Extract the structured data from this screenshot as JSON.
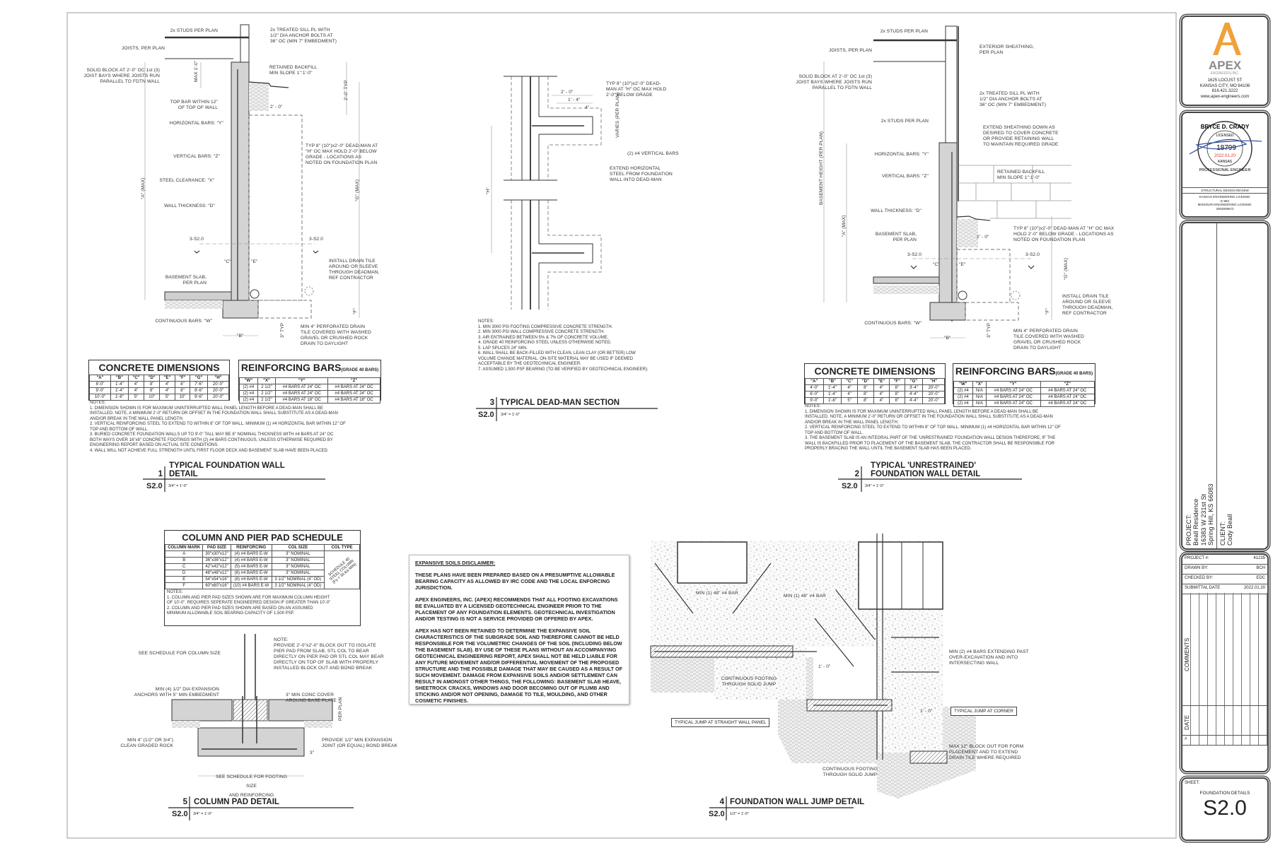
{
  "title_block": {
    "logo_text": "APEX",
    "logo_sub": "ENGINEERS,INC.",
    "address_lines": "1625 LOCUST ST\nKANSAS CITY, MO 64108\n816.421.3222\nwww.apex-engineers.com",
    "seal": {
      "name": "BRYCE D. CRADY",
      "top": "LICENSED",
      "number": "18799",
      "date": "2022.01.20",
      "state": "KANSAS",
      "bottom": "PROFESSIONAL ENGINEER"
    },
    "seal_caption": "STRUCTURAL DESIGN REVIEW",
    "licenses": "KANSAS ENGINEERING LICENSE:\nE-982\nMISSOURI ENGINEERING LICENSE:\n2003008672",
    "project_label": "PROJECT:",
    "project_lines": "Beall Residence\n16383 W 231st St\nSpring Hill, KS 66083",
    "client_label": "CLIENT:",
    "client_name": "Cody Beall",
    "info": [
      {
        "label": "PROJECT #:",
        "value": "41235"
      },
      {
        "label": "DRAWN BY:",
        "value": "BCH"
      },
      {
        "label": "CHECKED BY:",
        "value": "EDC"
      },
      {
        "label": "SUBMITTAL DATE",
        "value": "2022.01.20"
      }
    ],
    "comments_label": "COMMENTS",
    "date_label": "DATE",
    "num_label": "#",
    "sheet_label": "SHEET:",
    "sheet_title": "FOUNDATION DETAILS",
    "sheet_number": "S2.0"
  },
  "colors": {
    "logo_orange": "#f0a23a",
    "logo_gray": "#8a8a8a",
    "seal_blue": "#2b4a9a",
    "seal_red": "#d33"
  },
  "detail1": {
    "labels": {
      "studs": "2x STUDS PER PLAN",
      "sill": "2x TREATED SILL PL WITH\n1/2\" DIA ANCHOR BOLTS AT\n36\" OC (MIN 7\" EMBEDMENT)",
      "joists": "JOISTS, PER PLAN",
      "solid_block": "SOLID BLOCK AT 2'-0\" OC 1st (3)\nJOIST BAYS WHERE JOISTS RUN\nPARALLEL TO FDTN WALL",
      "max": "MAX 1'-0\"",
      "backfill": "RETAINED BACKFILL\nMIN SLOPE 1\":1'-0\"",
      "typ2": "2'-0\" TYP",
      "top_bar": "TOP BAR WITHIN 12\"\nOF TOP OF WALL",
      "dim2": "2' - 0\"",
      "horiz": "HORIZONTAL BARS: \"Y\"",
      "deadman": "TYP 8\" (10\")x2'-0\" DEAD-MAN AT\n\"H\" OC MAX HOLD 2'-0\" BELOW\nGRADE - LOCATIONS AS\nNOTED ON FOUNDATION PLAN",
      "vert": "VERTICAL BARS: \"Z\"",
      "a_max": "\"A\" (MAX)",
      "g_max": "\"G\" (MAX)",
      "clearance": "STEEL CLEARANCE: \"X\"",
      "thickness": "WALL THICKNESS: \"D\"",
      "sect_left": "3-S2.0",
      "sect_right": "3-S2.0",
      "c": "\"C\"",
      "e": "\"E\"",
      "drain_tile": "INSTALL DRAIN TILE\nAROUND OR SLEEVE\nTHROUGH DEADMAN,\nREF CONTRACTOR",
      "slab": "BASEMENT SLAB,\nPER PLAN",
      "f": "\"F\"",
      "cont_bars": "CONTINUOUS BARS: \"W\"",
      "typ3": "3\" TYP",
      "perf_drain": "MIN 4\" PERFORATED DRAIN\nTILE COVERED WITH WASHED\nGRAVEL OR CRUSHED ROCK\nDRAIN TO DAYLIGHT",
      "b": "\"B\""
    },
    "concrete_table": {
      "title": "CONCRETE DIMENSIONS",
      "headers": [
        "\"A\"",
        "\"B\"",
        "\"C\"",
        "\"D\"",
        "\"E\"",
        "\"F\"",
        "\"G\"",
        "\"H\""
      ],
      "rows": [
        [
          "8'-0\"",
          "1'-4\"",
          "4\"",
          "8\"",
          "4\"",
          "8\"",
          "7'-6\"",
          "20'-0\""
        ],
        [
          "9'-0\"",
          "1'-4\"",
          "4\"",
          "8\"",
          "4\"",
          "8\"",
          "8'-6\"",
          "20'-0\""
        ],
        [
          "10'-0\"",
          "1'-8\"",
          "5\"",
          "10\"",
          "5\"",
          "10\"",
          "9'-6\"",
          "20'-0\""
        ]
      ]
    },
    "rebar_table": {
      "title": "REINFORCING BARS",
      "subtitle": "(GRADE 40 BARS)",
      "headers": [
        "\"W\"",
        "\"X\"",
        "\"Y\"",
        "\"Z\""
      ],
      "rows": [
        [
          "(2) #4",
          "2 1/2\"",
          "#4 BARS AT 24\" OC",
          "#4 BARS AT 24\" OC"
        ],
        [
          "(2) #4",
          "2 1/2\"",
          "#4 BARS AT 24\" OC",
          "#4 BARS AT 24\" OC"
        ],
        [
          "(2) #4",
          "2 1/2\"",
          "#4 BARS AT 18\" OC",
          "#4 BARS AT 18\" OC"
        ]
      ]
    },
    "notes": "NOTES:\n1. DIMENSION SHOWN IS FOR MAXIMUM UNINTERRUPTED WALL PANEL LENGTH BEFORE A DEAD-MAN SHALL BE\nINSTALLED. NOTE, A MINIMUM 2'-0\" RETURN OR OFFSET IN THE FOUNDATION WALL SHALL SUBSTITUTE AS A DEAD-MAN\nAND/OR BREAK IN THE WALL PANEL LENGTH.\n2. VERTICAL REINFORCING STEEL TO EXTEND TO WITHIN 8\" OF TOP WALL. MINIMUM (1) #4 HORIZONTAL BAR WITHIN 12\" OF\nTOP AND BOTTOM OF WALL.\n3. BURIED CONCRETE FOUNDATION WALLS UP TO 9'-0\" TALL MAY BE 8\" NOMINAL THICKNESS WITH #4 BARS AT 24\" OC\nBOTH WAYS OVER 16\"x8\" CONCRETE FOOTINGS WITH (2) #4 BARS CONTINUOUS, UNLESS OTHERWISE REQUIRED BY\nENGINEERING REPORT BASED ON ACTUAL SITE CONDITIONS.\n4. WALL WILL NOT ACHIEVE FULL STRENGTH UNTIL FIRST FLOOR DECK AND BASEMENT SLAB HAVE BEEN PLACED.",
    "title": "TYPICAL FOUNDATION WALL\nDETAIL",
    "number": "1",
    "sheet": "S2.0",
    "scale": "3/4\" = 1'-0\""
  },
  "detail2": {
    "labels": {
      "studs_top": "2x STUDS PER PLAN",
      "joists": "JOISTS, PER PLAN",
      "sheathing": "EXTERIOR SHEATHING,\nPER PLAN",
      "solid_block": "SOLID BLOCK AT 2'-0\" OC 1st (3)\nJOIST BAYS WHERE JOISTS RUN\nPARALLEL TO FDTN WALL",
      "sill": "2x TREATED SILL PL WITH\n1/2\" DIA ANCHOR BOLTS AT\n36\" OC (MIN 7\" EMBEDMENT)",
      "studs_mid": "2x STUDS PER PLAN",
      "extend_sheathing": "EXTEND SHEATHING DOWN AS\nDESIRED TO COVER CONCRETE\nOR PROVIDE RETAINING WALL\nTO MAINTAIN REQUIRED GRADE",
      "horiz": "HORIZONTAL BARS: \"Y\"",
      "basement_height": "BASEMENT HEIGHT\n(PER PLAN)",
      "vert": "VERTICAL BARS: \"Z\"",
      "backfill": "RETAINED BACKFILL\nMIN SLOPE 1\":1'-0\"",
      "a_max": "\"A\" (MAX)",
      "thickness": "WALL THICKNESS: \"D\"",
      "deadman": "TYP 8\" (10\")x2'-0\" DEAD-MAN AT \"H\" OC MAX\nHOLD 2'-0\" BELOW GRADE - LOCATIONS AS\nNOTED ON FOUNDATION PLAN",
      "slab": "BASEMENT SLAB,\nPER PLAN",
      "dim2": "2' - 0\"",
      "sect_left": "3-S2.0",
      "sect_right": "3-S2.0",
      "c": "\"C\"",
      "e": "\"E\"",
      "g_max": "\"G\" (MAX)",
      "drain_tile": "INSTALL DRAIN TILE\nAROUND OR SLEEVE\nTHROUGH DEADMAN,\nREF CONTRACTOR",
      "f": "\"F\"",
      "cont_bars": "CONTINUOUS BARS: \"W\"",
      "typ3": "3\" TYP",
      "perf_drain": "MIN 4\" PERFORATED DRAIN\nTILE COVERED WITH WASHED\nGRAVEL OR CRUSHED ROCK\nDRAIN TO DAYLIGHT",
      "b": "\"B\""
    },
    "concrete_table": {
      "title": "CONCRETE DIMENSIONS",
      "headers": [
        "\"A\"",
        "\"B\"",
        "\"C\"",
        "\"D\"",
        "\"E\"",
        "\"F\"",
        "\"G\"",
        "\"H\""
      ],
      "rows": [
        [
          "4'-0\"",
          "1'-4\"",
          "4\"",
          "8\"",
          "4\"",
          "8\"",
          "3'-4\"",
          "20'-0\""
        ],
        [
          "6'-0\"",
          "1'-4\"",
          "4\"",
          "8\"",
          "4\"",
          "8\"",
          "4'-4\"",
          "20'-0\""
        ],
        [
          "9'-0\"",
          "1'-8\"",
          "5\"",
          "8\"",
          "4\"",
          "8\"",
          "4'-4\"",
          "20'-0\""
        ]
      ]
    },
    "rebar_table": {
      "title": "REINFORCING BARS",
      "subtitle": "(GRADE 40 BARS)",
      "headers": [
        "\"W\"",
        "\"X\"",
        "\"Y\"",
        "\"Z\""
      ],
      "rows": [
        [
          "(2) #4",
          "N/A",
          "#4 BARS AT 24\" OC",
          "#4 BARS AT 24\" OC"
        ],
        [
          "(2) #4",
          "N/A",
          "#4 BARS AT 24\" OC",
          "#4 BARS AT 24\" OC"
        ],
        [
          "(2) #4",
          "N/A",
          "#4 BARS AT 24\" OC",
          "#4 BARS AT 24\" OC"
        ]
      ]
    },
    "notes": "NOTES:\n1. DIMENSION SHOWN IS FOR MAXIMUM UNINTERRUPTED WALL PANEL LENGTH BEFORE A DEAD-MAN SHALL BE\nINSTALLED. NOTE, A MINIMUM 2'-0\" RETURN OR OFFSET IN THE FOUNDATION WALL SHALL SUBSTITUTE AS A DEAD-MAN\nAND/OR BREAK IN THE WALL PANEL LENGTH.\n2. VERTICAL REINFORCING STEEL TO EXTEND TO WITHIN 8\" OF TOP WALL. MINIMUM (1) #4 HORIZONTAL BAR WITHIN 12\" OF\nTOP AND BOTTOM OF WALL.\n3. THE BASEMENT SLAB IS AN INTEGRAL PART OF THE 'UNRESTRAINED' FOUNDATION WALL DESIGN THEREFORE, IF THE\nWALL IS BACKFILLED PRIOR TO PLACEMENT OF THE BASEMENT SLAB, THE CONTRACTOR SHALL BE RESPONSIBLE FOR\nPROPERLY BRACING THE WALL UNTIL THE BASEMENT SLAB HAS BEEN PLACED.",
    "title": "TYPICAL 'UNRESTRAINED'\nFOUNDATION WALL DETAIL",
    "number": "2",
    "sheet": "S2.0",
    "scale": "3/4\" = 1'-0\""
  },
  "detail3": {
    "labels": {
      "deadman": "TYP 8\" (10\")x2'-0\" DEAD-\nMAN AT \"H\" OC MAX HOLD\n2'-0\" BELOW GRADE",
      "dim2": "2' - 0\"",
      "dim1": "1' - 4\"",
      "dim4": "4\"",
      "varies": "VARIES\n(PER PLAN)",
      "vert_bars": "(2) #4 VERTICAL BARS",
      "extend": "EXTEND HORIZONTAL\nSTEEL FROM FOUNDATION\nWALL INTO DEAD-MAN",
      "h": "\"H\""
    },
    "notes": "NOTES:\n1. MIN 3000 PSI FOOTING COMPRESSIVE CONCRETE STRENGTH.\n2. MIN 3000 PSI WALL COMPRESSIVE CONCRETE STRENGTH.\n3. AIR ENTRAINED BETWEEN 5% & 7% OF CONCRETE VOLUME.\n4. GRADE 40 REINFORCING STEEL UNLESS OTHERWISE NOTED.\n5. LAP SPLICES 24\" MIN.\n6. WALL SHALL BE BACK-FILLED WITH CLEAN, LEAN CLAY (OR BETTER) LOW\nVOLUME CHANGE MATERIAL. ON-SITE MATERIAL MAY BE USED IF DEEMED\nACCEPTABLE BY THE GEOTECHNICAL ENGINEER.\n7. ASSUMED 1,500 PSF BEARING (TO BE VERIFIED BY GEOTECHNICAL ENGINEER).",
    "title": "TYPICAL DEAD-MAN SECTION",
    "number": "3",
    "sheet": "S2.0",
    "scale": "3/4\" = 1'-0\""
  },
  "column_schedule": {
    "title": "COLUMN AND PIER PAD SCHEDULE",
    "headers": [
      "COLUMN MARK",
      "PAD SIZE",
      "REINFORCING",
      "COL SIZE",
      "COL TYPE"
    ],
    "rows": [
      [
        "A",
        "30\"x30\"x12\"",
        "(4) #4 BARS E-W",
        "3\" NOMINAL"
      ],
      [
        "B",
        "36\"x36\"x12\"",
        "(4) #4 BARS E-W",
        "3\" NOMINAL"
      ],
      [
        "C",
        "42\"x42\"x12\"",
        "(5) #4 BARS E-W",
        "3\" NOMINAL"
      ],
      [
        "D",
        "48\"x48\"x12\"",
        "(6) #4 BARS E-W",
        "3\" NOMINAL"
      ],
      [
        "E",
        "54\"x54\"x16\"",
        "(8) #4 BARS E-W",
        "3 1/2\" NOMINAL (4\" OD)"
      ],
      [
        "F",
        "60\"x60\"x16\"",
        "(10) #4 BARS E-W",
        "3 1/2\" NOMINAL (4\" OD)"
      ]
    ],
    "col_type": "SCHEDULE 40\nSTEEL COLUMN\n(Fy = 36 ksi MIN)",
    "notes": "NOTES:\n1. COLUMN AND PIER PAD SIZES SHOWN ARE FOR MAXIMUM COLUMN HEIGHT\nOF 10'-0\". REQUIRES SEPERATE ENGINEERED DESIGN IF GREATER THAN 10'-0\"\n2. COLUMN AND PIER PAD SIZES SHOWN ARE BASED ON AN ASSUMED\nMINIMUM ALLOWABLE SOIL BEARING CAPACITY OF 1,500 PSF."
  },
  "disclaimer": {
    "title": "EXPANSIVE SOILS DISCLAIMER:",
    "paragraphs": [
      "THESE PLANS HAVE BEEN PREPARED BASED ON A PRESUMPTIVE ALLOWABLE BEARING CAPACITY AS ALLOWED BY IRC CODE AND THE LOCAL ENFORCING JURISDICTION.",
      "APEX ENGINEERS, INC. (APEX) RECOMMENDS THAT ALL FOOTING EXCAVATIONS BE EVALUATED BY A LICENSED GEOTECHNICAL ENGINEER PRIOR TO THE PLACEMENT OF ANY FOUNDATION ELEMENTS. GEOTECHNICAL INVESTIGATION AND/OR TESTING IS NOT A SERVICE PROVIDED OR OFFERED BY APEX.",
      "APEX HAS NOT BEEN RETAINED TO DETERMINE THE EXPANSIVE SOIL CHARACTERISTICS OF THE SUBGRADE SOIL AND THEREFORE CANNOT BE HELD RESPONSIBLE FOR THE VOLUMETRIC CHANGES OF THE SOIL (INCLUDING BELOW THE BASEMENT SLAB). BY USE OF THESE PLANS WITHOUT AN ACCOMPANYING GEOTECHNICAL ENGINEERING REPORT, APEX SHALL NOT BE HELD LIABLE FOR ANY FUTURE MOVEMENT AND/OR DIFFERENTIAL MOVEMENT OF THE PROPOSED STRUCTURE AND THE POSSIBLE DAMAGE THAT MAY BE CAUSED AS A RESULT OF SUCH MOVEMENT. DAMAGE FROM EXPANSIVE SOILS AND/OR SETTLEMENT CAN RESULT IN AMONGST OTHER THINGS, THE FOLLOWING: BASEMENT SLAB HEAVE, SHEETROCK CRACKS, WINDOWS AND DOOR BECOMING OUT OF PLUMB AND STICKING AND/OR NOT OPENING, DAMAGE TO TILE, MOULDING, AND OTHER COSMETIC FINISHES."
    ]
  },
  "detail5": {
    "labels": {
      "col_size": "SEE SCHEDULE FOR COLUMN SIZE",
      "note": "NOTE:\nPROVIDE 2'-0\"x2'-0\" BLOCK OUT TO ISOLATE\nPIER PAD FROM SLAB, STL COL TO BEAR\nDIRECTLY ON PIER PAD OR STL COL MAY BEAR\nDIRECTLY ON TOP OF SLAB WITH PROPERLY\nINSTALLED BLOCK OUT AND BOND BREAK",
      "anchors": "MIN (4) 1/2\" DIA EXPANSION\nANCHORS WITH 5\" MIN EMBEDMENT",
      "cover": "3\" MIN CONC COVER\nAROUND BASE PLATE",
      "per_plan": "PER\nPLAN",
      "rock": "MIN 4\" (1/2\" OR 3/4\")\nCLEAN GRADED ROCK",
      "joint": "PROVIDE 1/2\" MIN EXPANSION\nJOINT (OR EQUAL) BOND BREAK",
      "three": "3\"",
      "footing": "SEE SCHEDULE FOR FOOTING SIZE\nAND REINFORCING"
    },
    "title": "COLUMN PAD DETAIL",
    "number": "5",
    "sheet": "S2.0",
    "scale": "3/4\" = 1'-0\""
  },
  "detail4": {
    "labels": {
      "bar1": "MIN (1) 48\" #4 BAR",
      "bar2": "MIN (1) 48\" #4 BAR",
      "dim1": "1' - 0\"",
      "dim2": "1' - 0\"",
      "cont1": "CONTINUOUS FOOTING\nTHROUGH SOLID JUMP",
      "cont2": "CONTINUOUS FOOTING\nTHROUGH SOLID JUMP",
      "bars2": "MIN (2) #4 BARS EXTENDING PAST\nOVER-EXCAVATION AND INTO\nINTERSECTING WALL",
      "straight": "TYPICAL JUMP AT STRAIGHT WALL PANEL",
      "corner": "TYPICAL JUMP AT CORNER",
      "blockout": "MAX 12\" BLOCK OUT FOR FORM\nPLACEMENT AND TO EXTEND\nDRAIN TILE WHERE REQUIRED"
    },
    "title": "FOUNDATION WALL JUMP DETAIL",
    "number": "4",
    "sheet": "S2.0",
    "scale": "1/2\" = 1'-0\""
  }
}
